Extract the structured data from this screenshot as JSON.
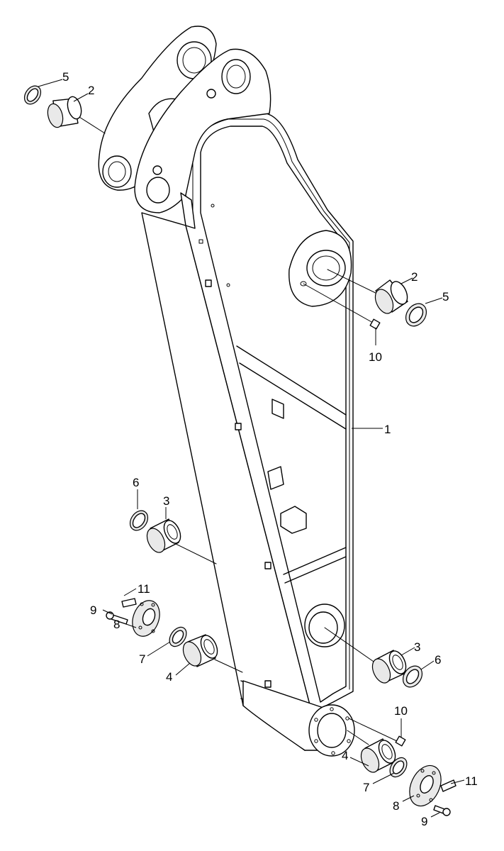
{
  "callouts": [
    {
      "id": "c1",
      "text": "1"
    },
    {
      "id": "c2a",
      "text": "2"
    },
    {
      "id": "c2b",
      "text": "2"
    },
    {
      "id": "c3a",
      "text": "3"
    },
    {
      "id": "c3b",
      "text": "3"
    },
    {
      "id": "c4a",
      "text": "4"
    },
    {
      "id": "c4b",
      "text": "4"
    },
    {
      "id": "c5a",
      "text": "5"
    },
    {
      "id": "c5b",
      "text": "5"
    },
    {
      "id": "c6a",
      "text": "6"
    },
    {
      "id": "c6b",
      "text": "6"
    },
    {
      "id": "c7a",
      "text": "7"
    },
    {
      "id": "c7b",
      "text": "7"
    },
    {
      "id": "c8a",
      "text": "8"
    },
    {
      "id": "c8b",
      "text": "8"
    },
    {
      "id": "c9a",
      "text": "9"
    },
    {
      "id": "c9b",
      "text": "9"
    },
    {
      "id": "c10a",
      "text": "10"
    },
    {
      "id": "c10b",
      "text": "10"
    },
    {
      "id": "c11a",
      "text": "11"
    },
    {
      "id": "c11b",
      "text": "11"
    }
  ]
}
